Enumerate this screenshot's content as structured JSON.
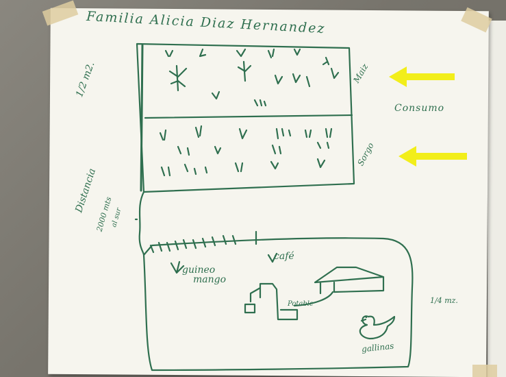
{
  "sheet": {
    "title": "Familia Alicia Diaz Hernandez",
    "labels": {
      "area_top": "1/2 m2.",
      "maiz": "Maiz",
      "consumo": "Consumo",
      "sorgo": "Sorgo",
      "distancia": "Distancia",
      "distancia_valor": "2000 mts",
      "al_sur": "al sur",
      "guineo": "guineo",
      "mango": "mango",
      "cafe": "café",
      "potable": "Potable",
      "area_bottom": "1/4 mz.",
      "gallinas": "gallinas"
    }
  },
  "colors": {
    "marker": "#2f6f4f",
    "arrow": "#f2ee1a",
    "paper": "#f6f5ee",
    "wall": "#7d7a72"
  }
}
